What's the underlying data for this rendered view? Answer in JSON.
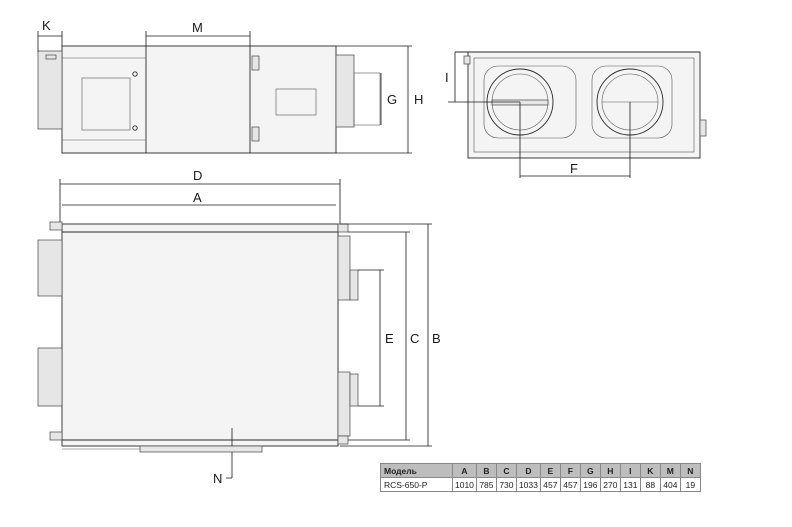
{
  "labels": {
    "A": "A",
    "B": "B",
    "C": "C",
    "D": "D",
    "E": "E",
    "F": "F",
    "G": "G",
    "H": "H",
    "I": "I",
    "K": "K",
    "M": "M",
    "N": "N"
  },
  "table": {
    "headers": [
      "Модель",
      "A",
      "B",
      "C",
      "D",
      "E",
      "F",
      "G",
      "H",
      "I",
      "K",
      "M",
      "N"
    ],
    "row": [
      "RCS-650-P",
      "1010",
      "785",
      "730",
      "1033",
      "457",
      "457",
      "196",
      "270",
      "131",
      "88",
      "404",
      "19"
    ]
  }
}
